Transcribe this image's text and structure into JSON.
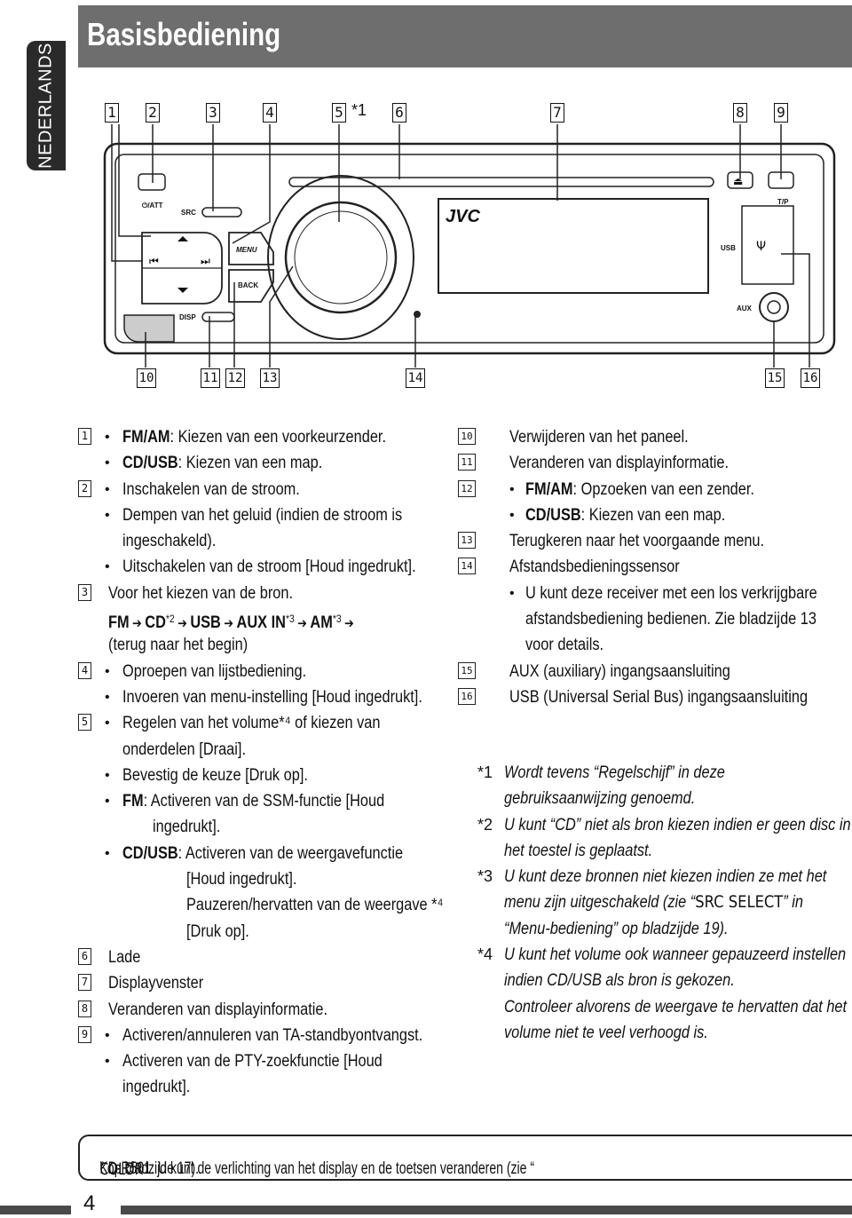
{
  "side_tab": "NEDERLANDS",
  "title": "Basisbediening",
  "device": {
    "brand": "JVC",
    "labels": {
      "power": "⏻/ATT",
      "src": "SRC",
      "menu": "MENU",
      "back": "BACK",
      "disp": "DISP",
      "tp": "T/P",
      "usb": "USB",
      "aux": "AUX"
    },
    "top_callouts": [
      "1",
      "2",
      "3",
      "4",
      "5",
      "6",
      "7",
      "8",
      "9"
    ],
    "top_star": "*1",
    "bottom_callouts": [
      "10",
      "11",
      "12",
      "13",
      "14",
      "15",
      "16"
    ]
  },
  "left_items": {
    "i1a_bold": "FM/AM",
    "i1a": ": Kiezen van een voorkeurzender.",
    "i1b_bold": "CD/USB",
    "i1b": ": Kiezen van een map.",
    "i2a": "Inschakelen van de stroom.",
    "i2b": "Dempen van het geluid (indien de stroom is",
    "i2c": "ingeschakeld).",
    "i2d": "Uitschakelen van de stroom [Houd ingedrukt].",
    "i3a": "Voor het kiezen van de bron.",
    "seq_fm": "FM",
    "seq_cd": "CD",
    "seq_usb": "USB",
    "seq_aux": "AUX IN",
    "seq_am": "AM",
    "seq_s2": "*2",
    "seq_s3": "*3",
    "seq_s3b": "*3",
    "i3c": "(terug naar het begin)",
    "i4a": "Oproepen van lijstbediening.",
    "i4b": "Invoeren van menu-instelling [Houd ingedrukt].",
    "i5a": "Regelen van het volume*⁴ of kiezen van",
    "i5b": "onderdelen [Draai].",
    "i5c": "Bevestig de keuze [Druk op].",
    "i5d_bold": "FM",
    "i5d": ": Activeren van de SSM-functie [Houd",
    "i5e": "ingedrukt].",
    "i5f_bold": "CD/USB",
    "i5f": ": Activeren van de weergavefunctie",
    "i5g": "[Houd ingedrukt].",
    "i5h": "Pauzeren/hervatten van de weergave *⁴",
    "i5i": "[Druk op].",
    "i6": "Lade",
    "i7": "Displayvenster",
    "i8": "Veranderen van displayinformatie.",
    "i9a": "Activeren/annuleren van TA-standbyontvangst.",
    "i9b": "Activeren van de PTY-zoekfunctie [Houd",
    "i9c": "ingedrukt]."
  },
  "right_items": {
    "i10": "Verwijderen van het paneel.",
    "i11": "Veranderen van displayinformatie.",
    "i12a_bold": "FM/AM",
    "i12a": ": Opzoeken van een zender.",
    "i12b_bold": "CD/USB",
    "i12b": ": Kiezen van een map.",
    "i13": "Terugkeren naar het voorgaande menu.",
    "i14": "Afstandsbedieningssensor",
    "i14a": "U kunt deze receiver met een los verkrijgbare",
    "i14b": "afstandsbediening bedienen. Zie bladzijde 13",
    "i14c": "voor details.",
    "i15": "AUX (auxiliary) ingangsaansluiting",
    "i16": "USB (Universal Serial Bus) ingangsaansluiting"
  },
  "notes": {
    "m1": "*1",
    "n1a": "Wordt tevens “Regelschijf” in deze",
    "n1b": "gebruiksaanwijzing genoemd.",
    "m2": "*2",
    "n2a": "U kunt “CD” niet als bron kiezen indien er geen disc in",
    "n2b": "het toestel is geplaatst.",
    "m3": "*3",
    "n3a": "U kunt deze bronnen niet kiezen indien ze met het",
    "n3b_pre": "menu zijn uitgeschakeld (zie “",
    "n3b_upright": "SRC SELECT",
    "n3b_post": "” in",
    "n3c": "“Menu-bediening” op bladzijde 19).",
    "m4": "*4",
    "n4a": "U kunt het volume ook wanneer gepauzeerd instellen",
    "n4b": "indien CD/USB als bron is gekozen.",
    "n4c": "Controleer alvorens de weergave te hervatten dat het",
    "n4d": "volume niet te veel verhoogd is."
  },
  "footer": {
    "pre": "KD-R501: U kunt de verlichting van het display en de toetsen veranderen (zie “",
    "upright": "COLOR",
    "post": "” op bladzijde 17)."
  },
  "page_number": "4"
}
